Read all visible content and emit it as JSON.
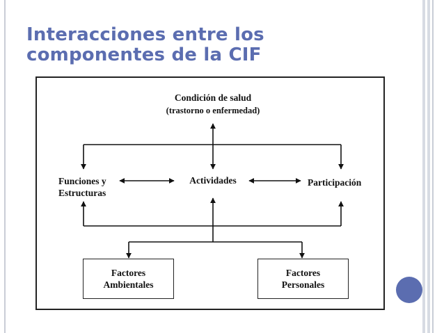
{
  "slide": {
    "title": "Interacciones entre los componentes de la CIF"
  },
  "diagram": {
    "health": {
      "title": "Condición de salud",
      "subtitle": "(trastorno o enfermedad)"
    },
    "functions": {
      "line1": "Funciones y",
      "line2": "Estructuras"
    },
    "activities": "Actividades",
    "participation": "Participación",
    "environmental": {
      "line1": "Factores",
      "line2": "Ambientales"
    },
    "personal": {
      "line1": "Factores",
      "line2": "Personales"
    }
  },
  "colors": {
    "title": "#5b6db0",
    "accent_circle": "#5b6db0",
    "lines": "#111111"
  }
}
